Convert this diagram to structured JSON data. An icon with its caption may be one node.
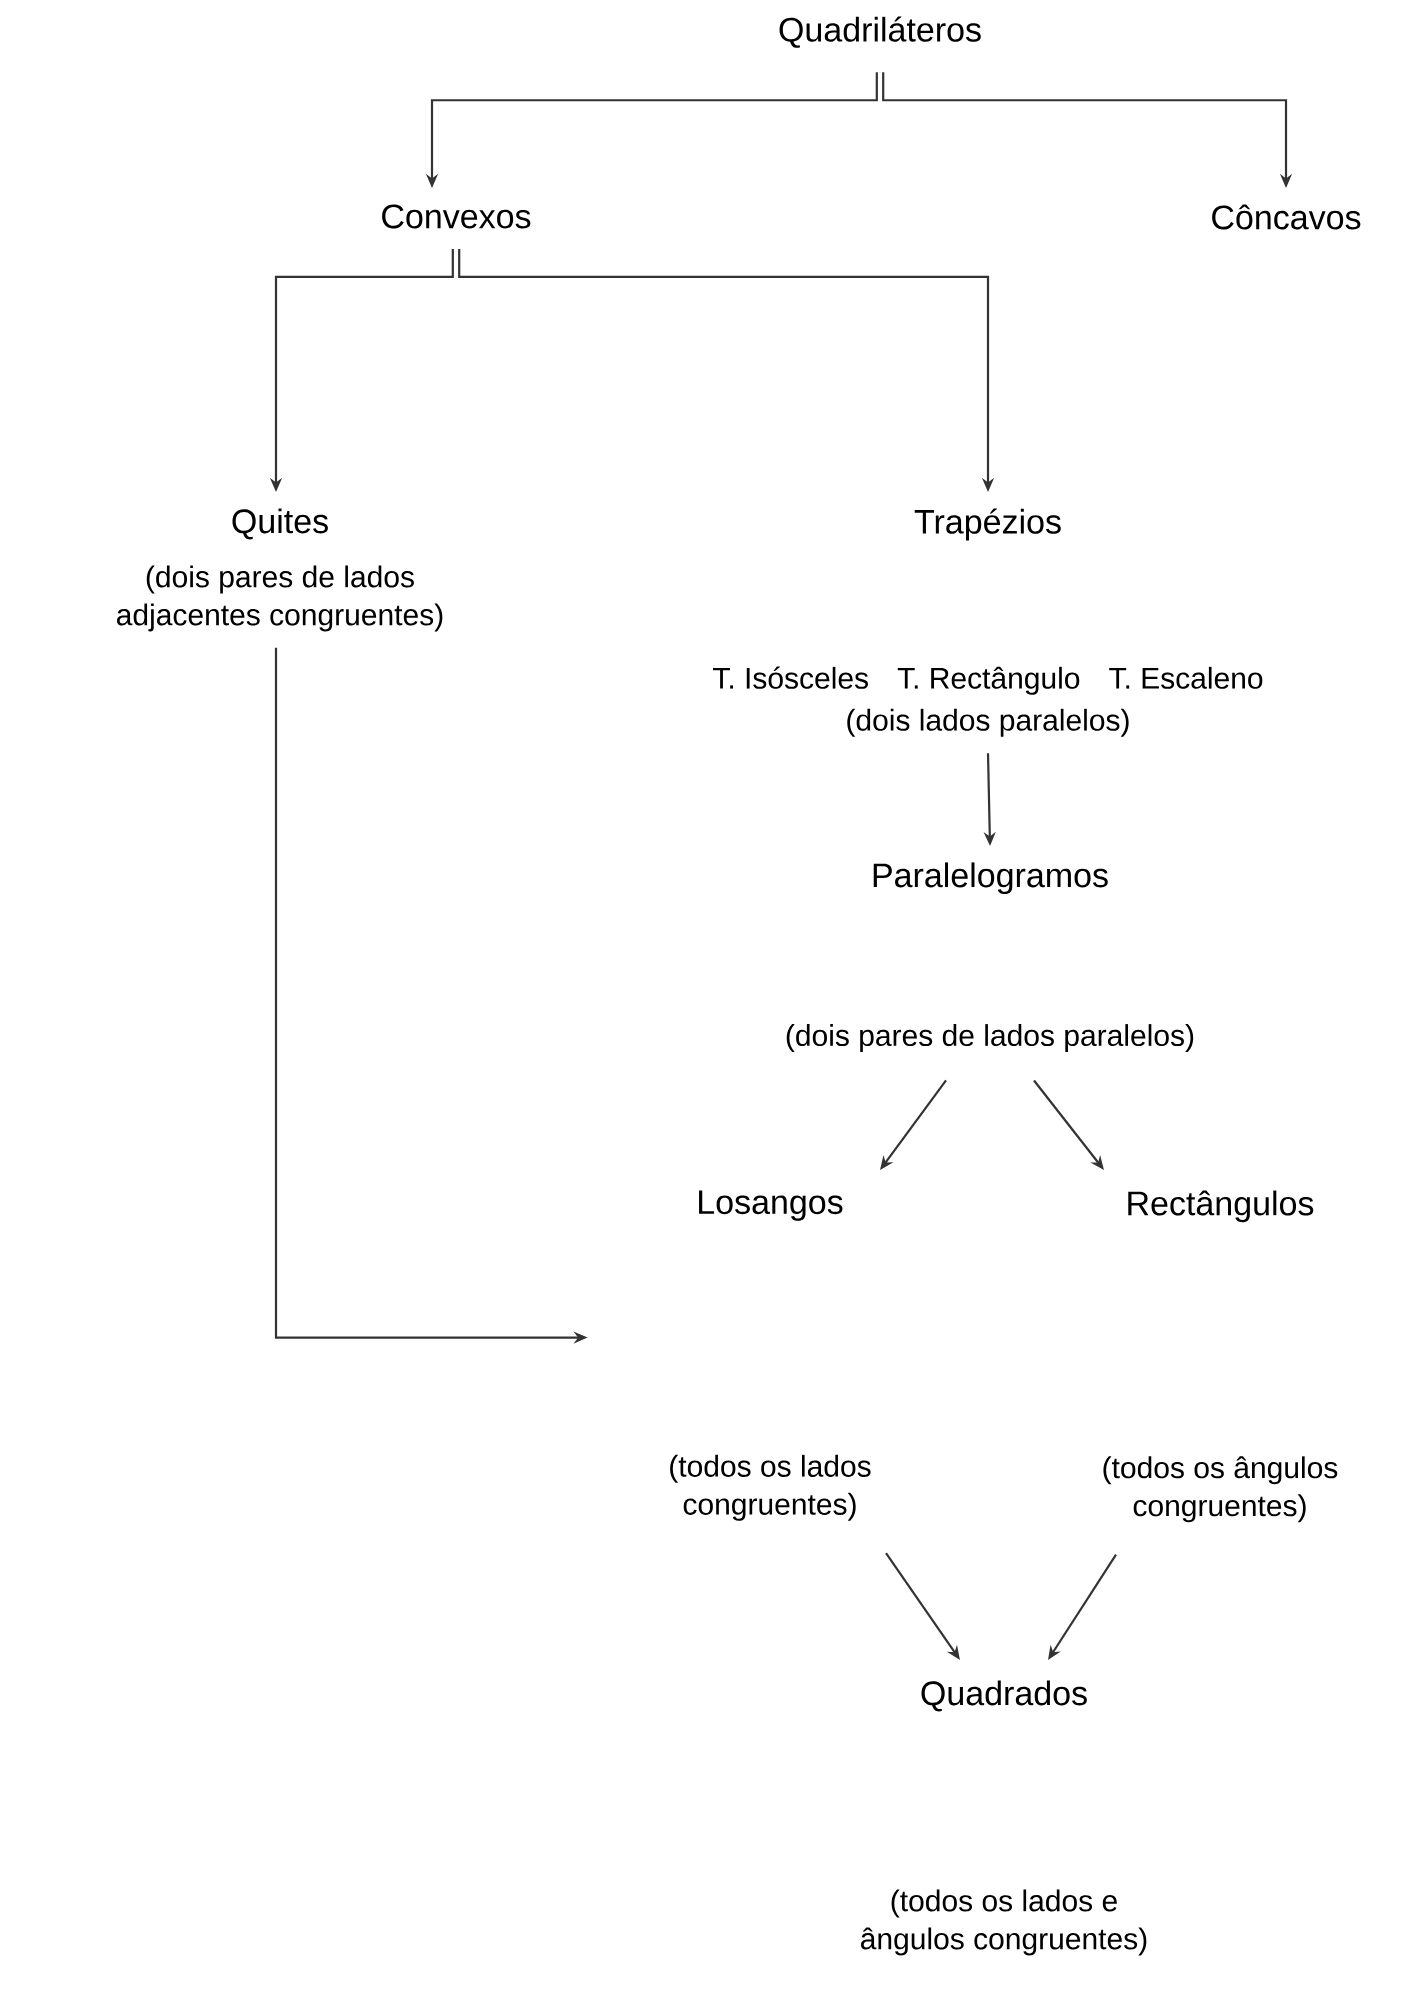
{
  "diagram": {
    "nodes": [
      {
        "text": [
          "Quadriláteros"
        ]
      },
      {
        "text": [
          "Convexos"
        ]
      },
      {
        "text": [
          "Côncavos"
        ]
      },
      {
        "text": [
          "Quites",
          "(dois pares de lados adjacentes congruentes)"
        ]
      },
      {
        "text": [
          "Trapézios",
          "T. Isósceles",
          "T. Rectângulo",
          "T. Escaleno",
          "(dois lados paralelos)"
        ]
      },
      {
        "text": [
          "Paralelogramos",
          "(dois pares de lados paralelos)"
        ]
      },
      {
        "text": [
          "Losangos",
          "(todos os lados congruentes)"
        ]
      },
      {
        "text": [
          "Rectângulos",
          "(todos os ângulos congruentes)"
        ]
      },
      {
        "text": [
          "Quadrados",
          "(todos os lados e ângulos congruentes)"
        ]
      }
    ],
    "edges": [
      {
        "from": 0,
        "to": 1,
        "arrow": "to"
      },
      {
        "from": 0,
        "to": 2,
        "arrow": "to"
      },
      {
        "from": 1,
        "to": 3,
        "arrow": "to"
      },
      {
        "from": 1,
        "to": 4,
        "arrow": "to"
      },
      {
        "from": 4,
        "to": 5,
        "arrow": "to"
      },
      {
        "from": 5,
        "to": 6,
        "arrow": "to"
      },
      {
        "from": 5,
        "to": 7,
        "arrow": "to"
      },
      {
        "from": 6,
        "to": 8,
        "arrow": "to"
      },
      {
        "from": 7,
        "to": 8,
        "arrow": "to"
      },
      {
        "from": 3,
        "to": 6,
        "arrow": "to"
      }
    ]
  }
}
